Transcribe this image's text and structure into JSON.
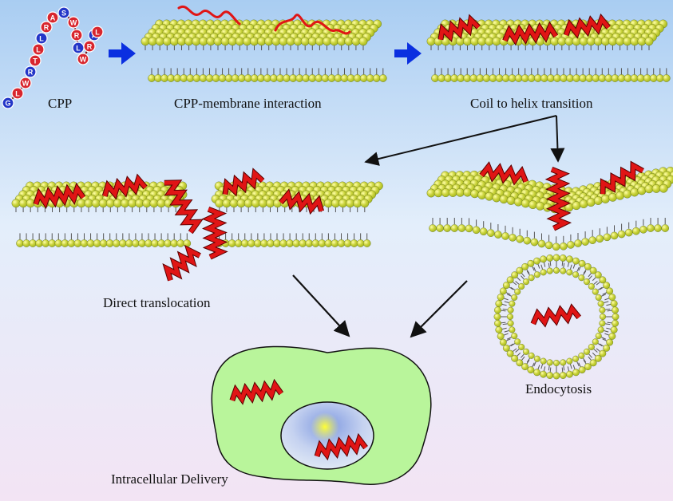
{
  "labels": {
    "cpp": "CPP",
    "cpp_membrane_interaction": "CPP-membrane interaction",
    "coil_to_helix": "Coil to helix transition",
    "direct_translocation": "Direct translocation",
    "endocytosis": "Endocytosis",
    "intracellular_delivery": "Intracellular Delivery"
  },
  "peptide_residues": [
    "G",
    "L",
    "W",
    "R",
    "T",
    "L",
    "L",
    "R",
    "A",
    "S",
    "W",
    "R",
    "L",
    "W",
    "R",
    "A",
    "L"
  ],
  "colors": {
    "bg_top": "#a9cdf2",
    "bg_mid": "#e3eefb",
    "bg_bottom": "#f3e4f4",
    "lipid_head": "#9fb41a",
    "lipid_tail": "#555555",
    "helix": "#e01515",
    "arrow_blue": "#0a2fe0",
    "arrow_black": "#111111",
    "cell": "#b9f59b",
    "nucleus": "#e4ecf6",
    "glow": "#ffff33",
    "residue_red": "#d8262e",
    "residue_blue": "#2336c8"
  }
}
